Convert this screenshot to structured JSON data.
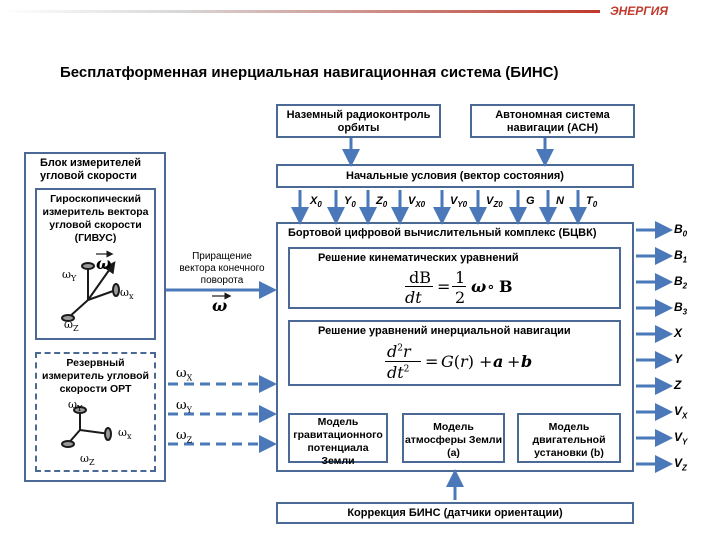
{
  "brand": {
    "logo_text": "ЭНЕРГИЯ"
  },
  "title": "Бесплатформенная инерциальная навигационная система (БИНС)",
  "top_boxes": {
    "ground": "Наземный радиоконтроль орбиты",
    "autonomous": "Автономная система навигации (АСН)"
  },
  "initial_conditions": "Начальные условия (вектор состояния)",
  "state_vars": [
    {
      "base": "X",
      "sub": "0"
    },
    {
      "base": "Y",
      "sub": "0"
    },
    {
      "base": "Z",
      "sub": "0"
    },
    {
      "base": "V",
      "sub": "X0"
    },
    {
      "base": "V",
      "sub": "Y0"
    },
    {
      "base": "V",
      "sub": "Z0"
    },
    {
      "base": "G",
      "sub": ""
    },
    {
      "base": "N",
      "sub": ""
    },
    {
      "base": "T",
      "sub": "0"
    }
  ],
  "left_block": {
    "title": "Блок измерителей угловой скорости",
    "gyro": "Гироскопический измеритель вектора угловой скорости (ГИВУС)",
    "reserve": "Резервный измеритель угловой скорости ОРТ",
    "omega_vec": "ω",
    "axes": {
      "y": "ω",
      "y_sub": "Y",
      "x": "ω",
      "x_sub": "x",
      "z": "ω",
      "z_sub": "Z"
    }
  },
  "increment_label": "Приращение вектора конечного поворота",
  "increment_symbol": "ω",
  "omega_inputs": [
    {
      "base": "ω",
      "sub": "X"
    },
    {
      "base": "ω",
      "sub": "Y"
    },
    {
      "base": "ω",
      "sub": "Z"
    }
  ],
  "bcvk": {
    "title": "Бортовой цифровой вычислительный комплекс (БЦВК)",
    "kinematic": "Решение кинематических уравнений",
    "inertial": "Решение уравнений инерциальной навигации",
    "models": {
      "gravity": "Модель гравитационного потенциала Земли",
      "atmosphere": "Модель атмосферы Земли (a)",
      "engine": "Модель двигательной установки (b)"
    }
  },
  "outputs": [
    {
      "base": "B",
      "sub": "0"
    },
    {
      "base": "B",
      "sub": "1"
    },
    {
      "base": "B",
      "sub": "2"
    },
    {
      "base": "B",
      "sub": "3"
    },
    {
      "base": "X",
      "sub": ""
    },
    {
      "base": "Y",
      "sub": ""
    },
    {
      "base": "Z",
      "sub": ""
    },
    {
      "base": "V",
      "sub": "X"
    },
    {
      "base": "V",
      "sub": "Y"
    },
    {
      "base": "V",
      "sub": "Z"
    }
  ],
  "correction": "Коррекция БИНС (датчики ориентации)",
  "colors": {
    "box_border": "#4a6a95",
    "arrow": "#4a78b8",
    "title_rule": "#c0392b"
  }
}
